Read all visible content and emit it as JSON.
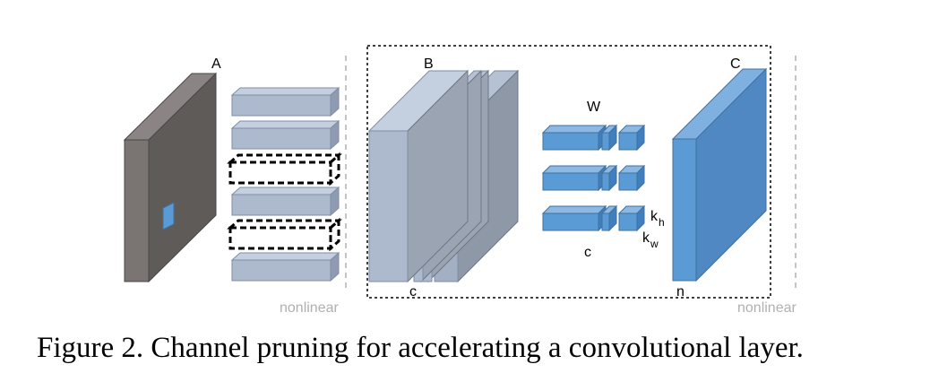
{
  "labels": {
    "A": "A",
    "B": "B",
    "C": "C",
    "W": "W",
    "c_input": "c",
    "c_weight": "c",
    "n": "n",
    "kh_k": "k",
    "kh_sub": "h",
    "kw_k": "k",
    "kw_sub": "w",
    "nonlinear_left": "nonlinear",
    "nonlinear_right": "nonlinear"
  },
  "caption": "Figure 2. Channel pruning for accelerating a convolutional layer.",
  "colors": {
    "dark_block": "#5f5b59",
    "light_block": "#adb9cc",
    "slate_block": "#8e98a6",
    "blue_block": "#5b9bd5",
    "pruned_outline": "#000000",
    "nonlinear_text": "#b0b0b0"
  },
  "channels": {
    "total": 6,
    "pruned_indices": [
      2,
      4
    ]
  },
  "filters": 3
}
